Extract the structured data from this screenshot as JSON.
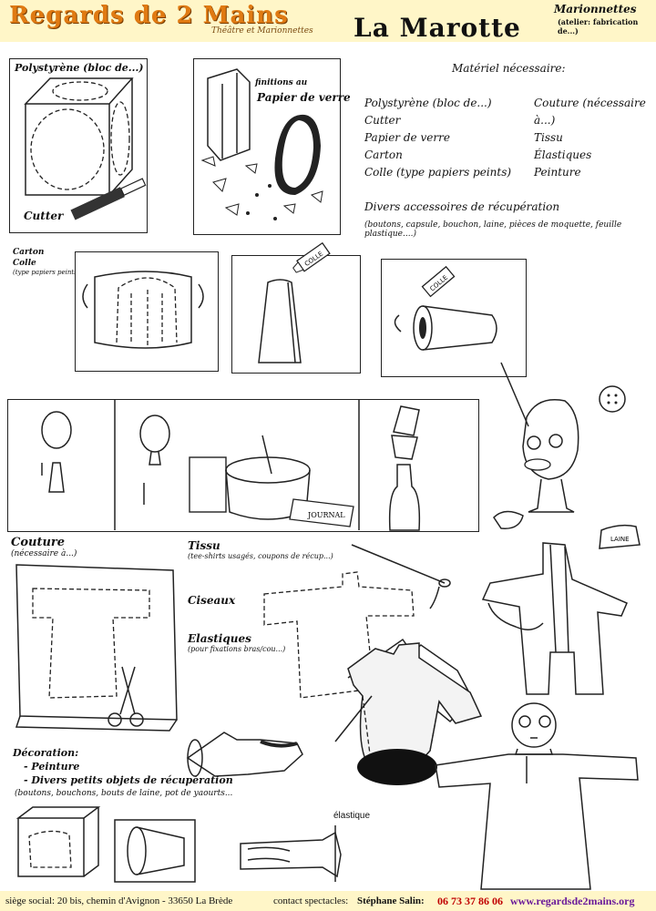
{
  "header": {
    "logo": "Regards de 2 Mains",
    "logo_sub": "Théâtre et Marionnettes",
    "title": "La Marotte",
    "category": "Marionnettes",
    "category_sub": "(atelier: fabrication de...)"
  },
  "materials": {
    "title": "Matériel nécessaire:",
    "left": [
      "Polystyrène (bloc de...)",
      "Cutter",
      "Papier de verre",
      "Carton",
      "Colle (type papiers peints)"
    ],
    "right": [
      "Couture (nécessaire à...)",
      "Tissu",
      "Élastiques",
      "Peinture"
    ],
    "extra_title": "Divers accessoires de récupération",
    "extra_detail": "(boutons, capsule, bouchon, laine, pièces de moquette, feuille plastique....)"
  },
  "steps": {
    "polystyrene_label": "Polystyrène (bloc de...)",
    "cutter_label": "Cutter",
    "finish_label_1": "finitions au",
    "finish_label_2": "Papier de verre",
    "carton_label": "Carton",
    "colle_label": "Colle",
    "colle_detail": "(type papiers peints)",
    "tube_text": "COLLE",
    "journal_text": "JOURNAL",
    "laine_text": "LAINE"
  },
  "sewing": {
    "couture_label": "Couture",
    "couture_detail": "(nécessaire à...)",
    "tissu_label": "Tissu",
    "tissu_detail": "(tee-shirts usagés, coupons de récup...)",
    "ciseaux_label": "Ciseaux",
    "elastiques_label": "Elastiques",
    "elastiques_detail": "(pour fixations bras/cou...)"
  },
  "decoration": {
    "title": "Décoration:",
    "item1": "- Peinture",
    "item2": "- Divers petits objets de récupération",
    "detail": "(boutons, bouchons, bouts de laine, pot de yaourts...",
    "elastique": "élastique"
  },
  "footer": {
    "address": "siège social: 20 bis, chemin d'Avignon - 33650 La Brède",
    "contact": "contact spectacles:",
    "name": "Stéphane Salin:",
    "phone": "06 73 37 86 06",
    "website": "www.regardsde2mains.org"
  }
}
